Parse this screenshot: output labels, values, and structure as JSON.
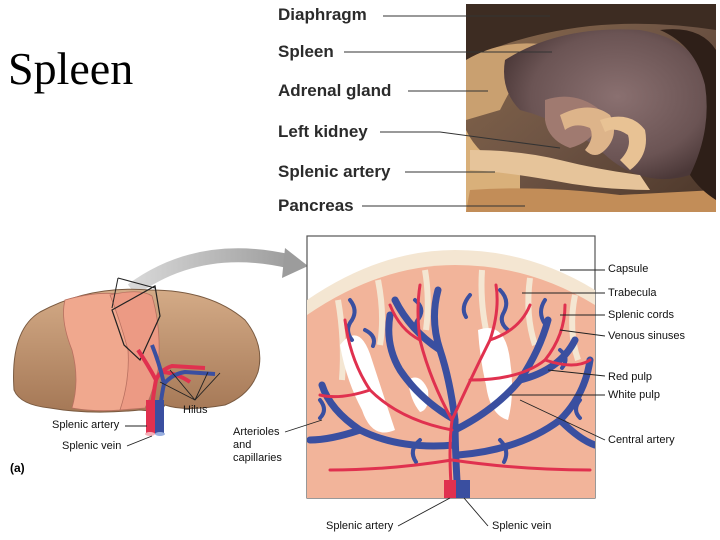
{
  "title": "Spleen",
  "photo_labels": [
    "Diaphragm",
    "Spleen",
    "Adrenal gland",
    "Left kidney",
    "Splenic artery",
    "Pancreas"
  ],
  "panel_label": "(a)",
  "left_labels": {
    "hilus": "Hilus",
    "splenic_artery": "Splenic artery",
    "splenic_vein": "Splenic vein"
  },
  "arterioles_label": [
    "Arterioles",
    "and",
    "capillaries"
  ],
  "right_labels": [
    "Capsule",
    "Trabecula",
    "Splenic cords",
    "Venous sinuses",
    "Red pulp",
    "White pulp",
    "Central artery"
  ],
  "bottom_labels": {
    "splenic_artery": "Splenic artery",
    "splenic_vein": "Splenic vein"
  },
  "colors": {
    "artery": "#e0314f",
    "vein": "#3a4fa0",
    "pulp": "#f2b49a",
    "spleen_outer": "#c89a78",
    "capsule": "#f4e6d2"
  }
}
